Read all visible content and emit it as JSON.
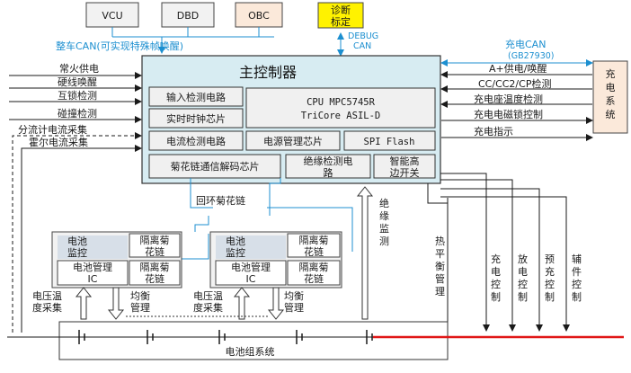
{
  "top_boxes": {
    "vcu": "VCU",
    "dbd": "DBD",
    "obc": "OBC",
    "diag_l1": "诊断",
    "diag_l2": "标定"
  },
  "vehicle_can": "整车CAN(可实现特殊帧唤醒)",
  "debug_can": {
    "l1": "DEBUG",
    "l2": "CAN"
  },
  "main_controller": {
    "title": "主控制器",
    "input_detect": "输入检测电路",
    "rtc": "实时时钟芯片",
    "cpu_l1": "CPU  MPC5745R",
    "cpu_l2": "TriCore ASIL-D",
    "current_detect": "电流检测电路",
    "power_mgmt": "电源管理芯片",
    "spi_flash": "SPI Flash",
    "daisy_decode": "菊花链通信解码芯片",
    "insulation_l1": "绝缘检测电",
    "insulation_l2": "路",
    "smart_l1": "智能高",
    "smart_l2": "边开关"
  },
  "left_signals": [
    "常火供电",
    "硬线唤醒",
    "互锁检测",
    "碰撞检测",
    "分流计电流采集",
    "霍尔电流采集"
  ],
  "charge_can": {
    "l1": "充电CAN",
    "l2": "(GB27930)"
  },
  "right_signals": [
    "A+供电/唤醒",
    "CC/CC2/CP检测",
    "充电座温度检测",
    "充电电磁锁控制",
    "充电指示"
  ],
  "charge_system": [
    "充",
    "电",
    "系",
    "统"
  ],
  "loop_daisy": "回环菊花链",
  "insulation_monitor": [
    "绝",
    "缘",
    "监",
    "测"
  ],
  "control_labels": {
    "thermal": [
      "热",
      "平",
      "衡",
      "管",
      "理"
    ],
    "charge": [
      "充",
      "电",
      "控",
      "制"
    ],
    "discharge": [
      "放",
      "电",
      "控",
      "制"
    ],
    "precharge": [
      "预",
      "充",
      "控",
      "制"
    ],
    "aux": [
      "辅",
      "件",
      "控",
      "制"
    ]
  },
  "bms_modules": [
    {
      "monitor_l1": "电池",
      "monitor_l2": "监控",
      "iso_l1": "隔离菊",
      "iso_l2": "花链",
      "mgmt_l1": "电池管理",
      "mgmt_l2": "IC",
      "iso2_l1": "隔离菊",
      "iso2_l2": "花链"
    },
    {
      "monitor_l1": "电池",
      "monitor_l2": "监控",
      "iso_l1": "隔离菊",
      "iso_l2": "花链",
      "mgmt_l1": "电池管理",
      "mgmt_l2": "IC",
      "iso2_l1": "隔离菊",
      "iso2_l2": "花链"
    }
  ],
  "voltage_temp": {
    "l1": "电压温",
    "l2": "度采集"
  },
  "balance": {
    "l1": "均衡",
    "l2": "管理"
  },
  "battery_system": "电池组系统",
  "colors": {
    "cyan": "#1c8fd0",
    "main_fill": "#d7ecf2",
    "gray_fill": "#f0f0f0",
    "obc_fill": "#fbe9da",
    "diag_fill": "#fff200",
    "red": "#e01818"
  }
}
